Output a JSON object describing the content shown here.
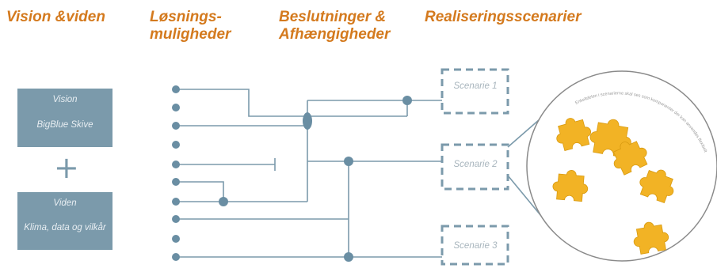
{
  "headings": {
    "vision": "Vision &viden",
    "losning_line1": "Løsnings-",
    "losning_line2": "muligheder",
    "beslut_line1": "Beslutninger &",
    "beslut_line2": "Afhængigheder",
    "real": "Realiseringsscenarier"
  },
  "boxes": {
    "vision_title": "Vision",
    "vision_sub": "BigBlue Skive",
    "plus": "+",
    "viden_title": "Viden",
    "viden_sub": "Klima, data og vilkår"
  },
  "scenarios": [
    "Scenarie 1",
    "Scenarie 2",
    "Scenarie 3"
  ],
  "circle_text": "Enkeltdelen i scenarierne skal ses som komponenter der kan anvendes flexibelt",
  "colors": {
    "heading": "#d47a1e",
    "box": "#7b9aab",
    "line": "#7b9aab",
    "node": "#6a8ea3",
    "puzzle": "#f2b325"
  }
}
